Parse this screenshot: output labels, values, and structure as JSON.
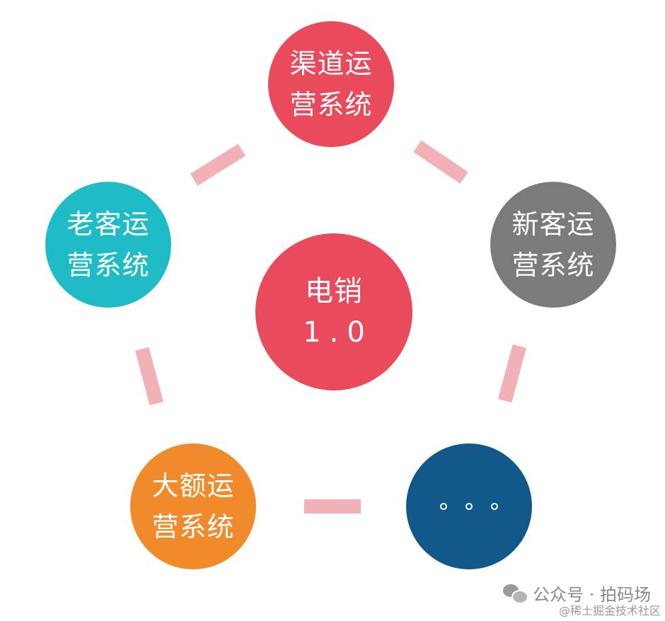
{
  "diagram": {
    "center": {
      "lines": [
        "电销",
        "1.0"
      ],
      "color": "#e94a5c"
    },
    "nodes": [
      {
        "key": "channel",
        "lines": [
          "渠道运",
          "营系统"
        ],
        "color": "#e94a5c"
      },
      {
        "key": "new",
        "lines": [
          "新客运",
          "营系统"
        ],
        "color": "#7b7b7b"
      },
      {
        "key": "more",
        "lines": [
          "..."
        ],
        "color": "#11598a"
      },
      {
        "key": "large",
        "lines": [
          "大额运",
          "营系统"
        ],
        "color": "#f08a2a"
      },
      {
        "key": "old",
        "lines": [
          "老客运",
          "营系统"
        ],
        "color": "#1fbcc7"
      }
    ],
    "connector_color": "#f2b1b6"
  },
  "watermark": {
    "account": "公众号 · 拍码场",
    "community": "@稀土掘金技术社区"
  }
}
